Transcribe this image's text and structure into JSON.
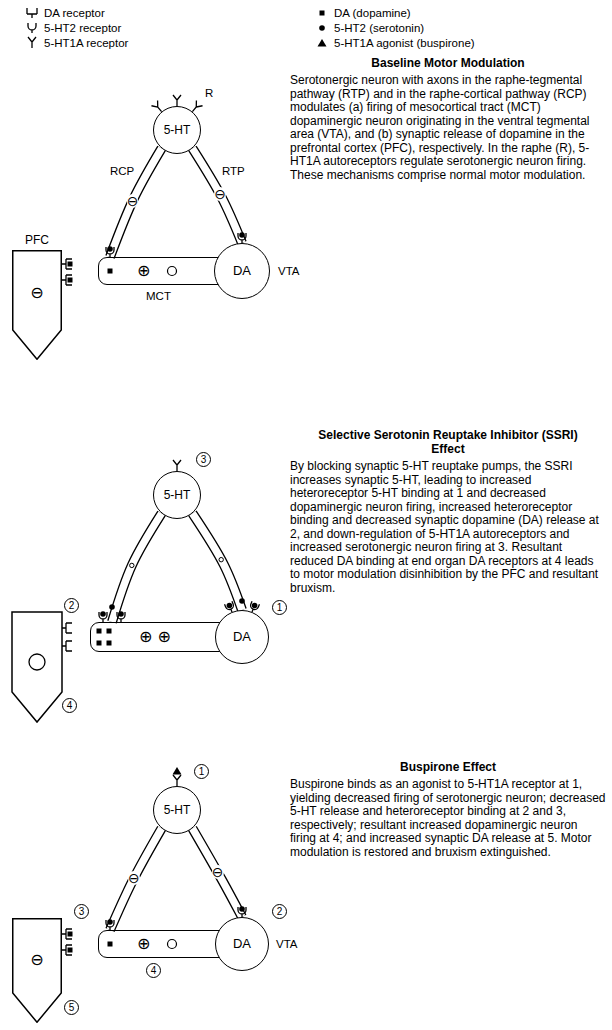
{
  "diagram": {
    "nodes": [
      {
        "text": [
          "5-HT"
        ]
      },
      {
        "text": [
          "PFC",
          "⊖"
        ]
      },
      {
        "text": [
          "⊕"
        ]
      },
      {
        "text": [
          "DA"
        ]
      },
      {
        "text": [
          "5-HT"
        ]
      },
      {
        "text": [
          "⊕",
          "⊕"
        ]
      },
      {
        "text": [
          "DA"
        ]
      },
      {
        "text": [
          "5-HT"
        ]
      },
      {
        "text": [
          "⊖"
        ]
      },
      {
        "text": [
          "⊕"
        ]
      },
      {
        "text": [
          "DA"
        ]
      }
    ],
    "edges": [
      {
        "from": 0,
        "to": 2,
        "arrow": "none",
        "label": "⊖"
      },
      {
        "from": 0,
        "to": 3,
        "arrow": "none",
        "label": "⊖"
      },
      {
        "from": 4,
        "to": 5,
        "arrow": "none"
      },
      {
        "from": 4,
        "to": 6,
        "arrow": "none"
      },
      {
        "from": 7,
        "to": 9,
        "arrow": "none",
        "label": "⊖"
      },
      {
        "from": 7,
        "to": 10,
        "arrow": "none",
        "label": "⊖"
      }
    ],
    "labels": [
      "R",
      "RCP",
      "RTP",
      "VTA",
      "MCT",
      "Baseline Motor Modulation",
      "Serotonergic neuron with axons in the raphe-tegmental pathway (RTP) and in the raphe-cortical pathway (RCP) modulates (a) firing of mesocortical tract (MCT) dopaminergic neuron originating in the ventral tegmental area (VTA), and (b) synaptic release of dopamine in the prefrontal cortex (PFC), respectively. In the raphe (R), 5-HT1A autoreceptors regulate serotonergic neuron firing. These mechanisms comprise normal motor modulation.",
      "3",
      "2",
      "1",
      "4",
      "Selective Serotonin Reuptake Inhibitor (SSRI) Effect",
      "By blocking synaptic 5-HT reuptake pumps, the SSRI increases synaptic 5-HT, leading to increased heteroreceptor 5-HT binding at 1 and decreased dopaminergic neuron firing, increased heteroreceptor binding and decreased synaptic dopamine (DA) release at 2, and down-regulation of 5-HT1A autoreceptors and increased serotonergic neuron firing at 3. Resultant reduced DA binding at end organ DA receptors at 4 leads to motor modulation disinhibition by the PFC and resultant bruxism.",
      "1",
      "3",
      "2",
      "4",
      "5",
      "VTA",
      "Buspirone Effect",
      "Buspirone binds as an agonist to 5-HT1A receptor at 1, yielding decreased firing of serotonergic neuron; decreased 5-HT release and heteroreceptor binding at 2 and 3, respectively; resultant increased dopaminergic neuron firing at 4; and increased synaptic DA release at 5. Motor modulation is restored and bruxism extinguished."
    ],
    "legend": [
      {
        "text": "DA receptor"
      },
      {
        "text": "5-HT2 receptor"
      },
      {
        "text": "5-HT1A receptor"
      },
      {
        "text": "DA (dopamine)"
      },
      {
        "text": "5-HT2 (serotonin)"
      },
      {
        "text": "5-HT1A agonist (buspirone)"
      }
    ]
  }
}
